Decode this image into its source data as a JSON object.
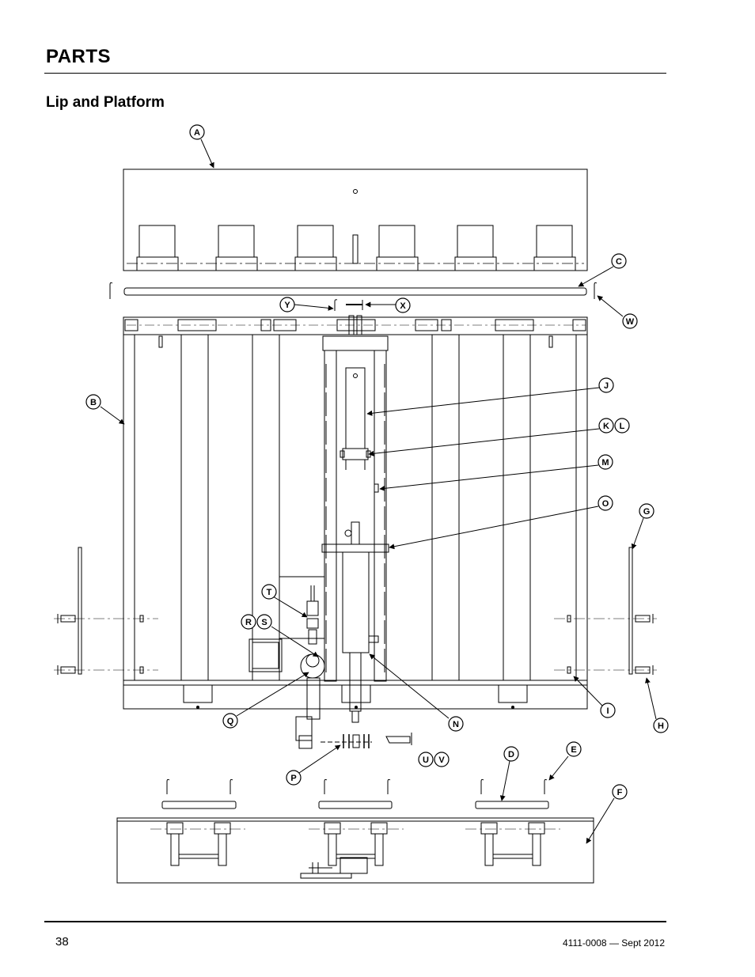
{
  "header": {
    "section": "PARTS",
    "subtitle": "Lip and Platform"
  },
  "footer": {
    "page_number": "38",
    "doc_id": "4111-0008 — Sept 2012"
  },
  "callouts": {
    "A": "A",
    "B": "B",
    "C": "C",
    "D": "D",
    "E": "E",
    "F": "F",
    "G": "G",
    "H": "H",
    "I": "I",
    "J": "J",
    "K": "K",
    "L": "L",
    "M": "M",
    "N": "N",
    "O": "O",
    "P": "P",
    "Q": "Q",
    "R": "R",
    "S": "S",
    "T": "T",
    "U": "U",
    "V": "V",
    "W": "W",
    "X": "X",
    "Y": "Y"
  }
}
